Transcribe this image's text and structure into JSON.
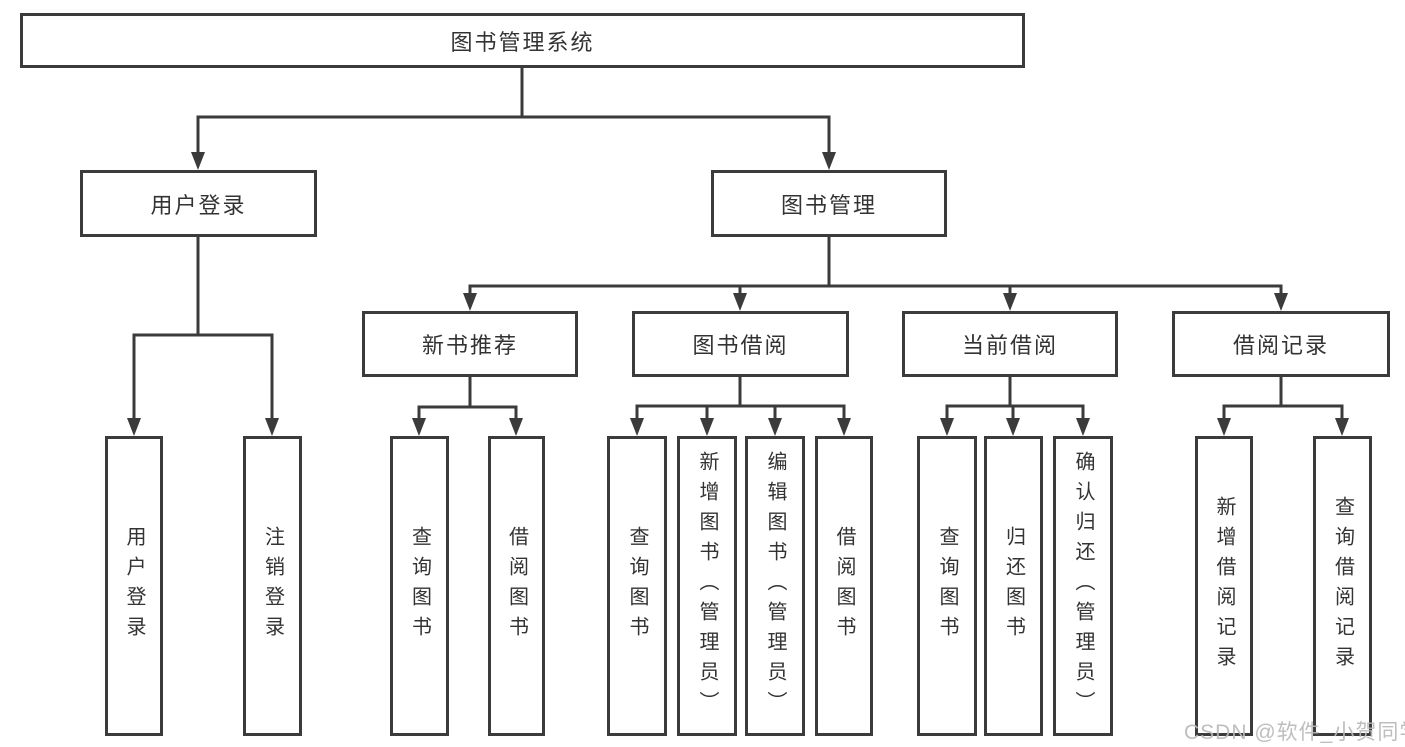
{
  "tree": {
    "label": "图书管理系统",
    "children": [
      {
        "label": "用户登录",
        "children": [
          {
            "label": "用户登录"
          },
          {
            "label": "注销登录"
          }
        ]
      },
      {
        "label": "图书管理",
        "children": [
          {
            "label": "新书推荐",
            "children": [
              {
                "label": "查询图书"
              },
              {
                "label": "借阅图书"
              }
            ]
          },
          {
            "label": "图书借阅",
            "children": [
              {
                "label": "查询图书"
              },
              {
                "label": "新增图书（管理员）"
              },
              {
                "label": "编辑图书（管理员）"
              },
              {
                "label": "借阅图书"
              }
            ]
          },
          {
            "label": "当前借阅",
            "children": [
              {
                "label": "查询图书"
              },
              {
                "label": "归还图书"
              },
              {
                "label": "确认归还（管理员）"
              }
            ]
          },
          {
            "label": "借阅记录",
            "children": [
              {
                "label": "新增借阅记录"
              },
              {
                "label": "查询借阅记录"
              }
            ]
          }
        ]
      }
    ]
  },
  "watermark": {
    "text": "CSDN @软件_小贺同学"
  },
  "colors": {
    "line": "#3b3b3b",
    "text": "#333333",
    "watermark": "#b9b9b9",
    "background": "#ffffff"
  }
}
